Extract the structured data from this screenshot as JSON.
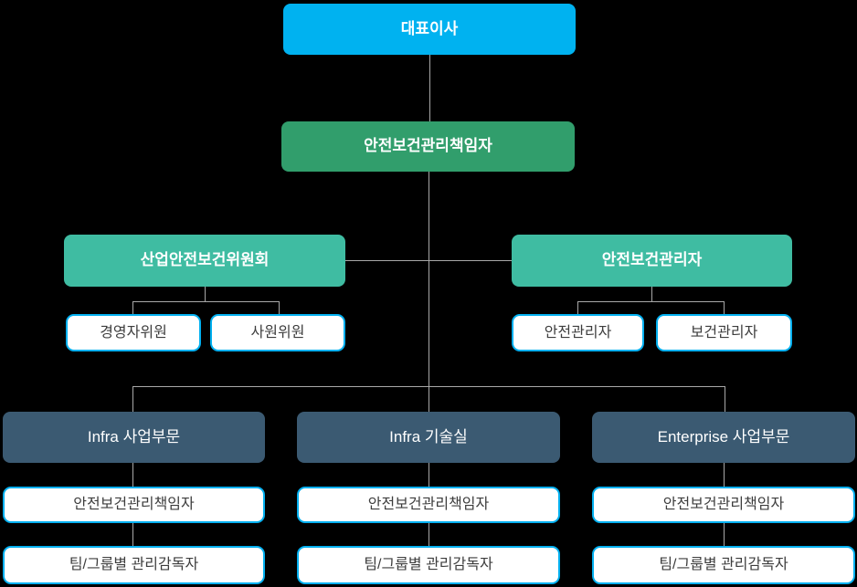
{
  "colors": {
    "background": "#000000",
    "ceo_box": "#00B2F0",
    "officer_box": "#319E6C",
    "teal_box": "#3FBCA2",
    "division_box": "#3B5A72",
    "white_box_border": "#00B0F0",
    "white_box_text": "#3D3D3D",
    "connector_line": "#A8A8A8"
  },
  "nodes": {
    "ceo": {
      "label": "대표이사"
    },
    "safety_health_officer": {
      "label": "안전보건관리책임자"
    },
    "committee": {
      "label": "산업안전보건위원회",
      "children": [
        {
          "label": "경영자위원"
        },
        {
          "label": "사원위원"
        }
      ]
    },
    "manager": {
      "label": "안전보건관리자",
      "children": [
        {
          "label": "안전관리자"
        },
        {
          "label": "보건관리자"
        }
      ]
    },
    "divisions": [
      {
        "title": "Infra 사업부문",
        "officer": "안전보건관리책임자",
        "supervisor": "팀/그룹별 관리감독자"
      },
      {
        "title": "Infra 기술실",
        "officer": "안전보건관리책임자",
        "supervisor": "팀/그룹별 관리감독자"
      },
      {
        "title": "Enterprise 사업부문",
        "officer": "안전보건관리책임자",
        "supervisor": "팀/그룹별 관리감독자"
      }
    ]
  }
}
